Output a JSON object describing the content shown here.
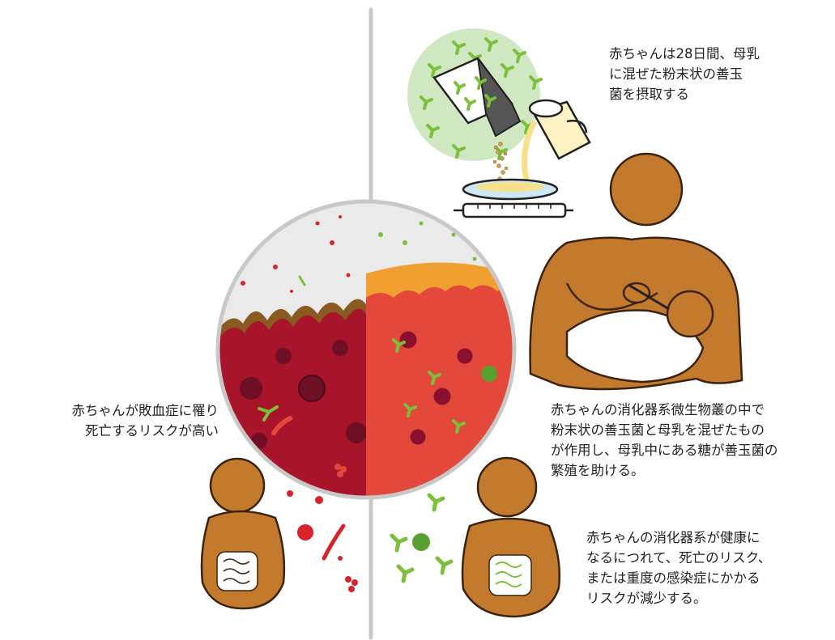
{
  "captions": {
    "probiotic_intake": {
      "lines": [
        "赤ちゃんは28日間、母乳",
        "に混ぜた粉末状の善玉",
        "菌を摂取する"
      ]
    },
    "sepsis_risk": {
      "lines": [
        "赤ちゃんが敗血症に罹り",
        "死亡するリスクが高い"
      ]
    },
    "gut_microbiome_effect": {
      "lines": [
        "赤ちゃんの消化器系微生物叢の中で",
        "粉末状の善玉菌と母乳を混ぜたもの",
        "が作用し、母乳中にある糖が善玉菌の",
        "繁殖を助ける。"
      ]
    },
    "reduced_risk": {
      "lines": [
        "赤ちゃんの消化器系が健康に",
        "なるにつれて、死亡のリスク、",
        "または重度の感染症にかかる",
        "リスクが減少する。"
      ]
    }
  },
  "colors": {
    "skin": "#c47a2c",
    "skin_outline": "#3a2310",
    "unhealthy_tissue": "#a8142a",
    "healthy_tissue": "#e4483a",
    "healthy_surface": "#f0a030",
    "good_bacteria": "#7cbf3a",
    "bad_bacteria": "#d8232a",
    "divider": "#c8c8c8",
    "probiotic_halo": "#cfe8c2",
    "text": "#222222"
  }
}
